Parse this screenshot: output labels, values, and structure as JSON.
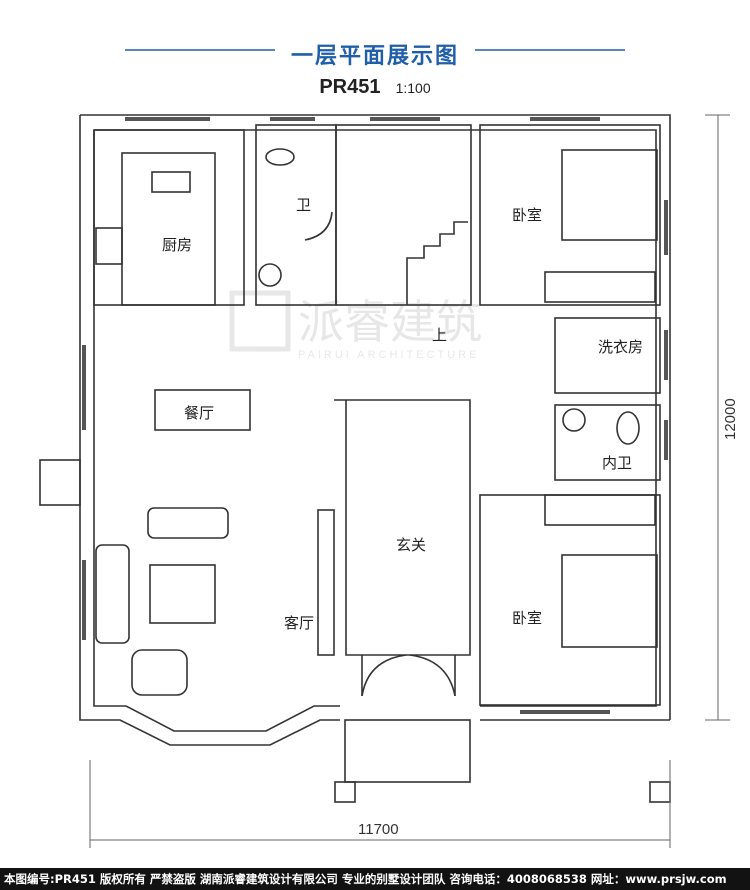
{
  "header": {
    "title": "一层平面展示图",
    "plan_code": "PR451",
    "scale": "1:100"
  },
  "rooms": {
    "kitchen": "厨房",
    "wc": "卫",
    "bedroom_top": "卧室",
    "laundry": "洗衣房",
    "dining": "餐厅",
    "inner_wc": "内卫",
    "foyer": "玄关",
    "living": "客厅",
    "bedroom_bottom": "卧室",
    "stair_up": "上"
  },
  "dimensions": {
    "width": "11700",
    "height": "12000"
  },
  "watermark": {
    "brand": "派睿建筑",
    "sub": "PAIRUI ARCHITECTURE"
  },
  "footer": {
    "text": "本图编号:PR451 版权所有 严禁盗版 湖南派睿建筑设计有限公司 专业的别墅设计团队 咨询电话：4008068538 网址：www.prsjw.com"
  },
  "colors": {
    "title_blue": "#1f5fa8",
    "wall": "#333333",
    "window": "#555555"
  }
}
